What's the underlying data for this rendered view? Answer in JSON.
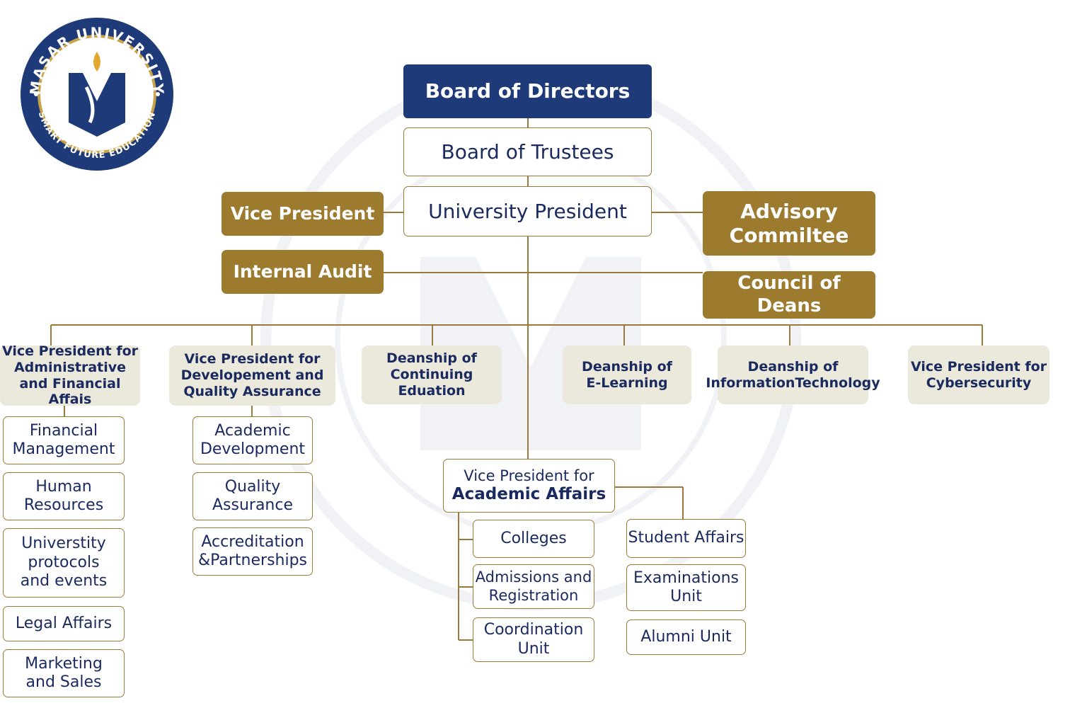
{
  "logo": {
    "top_text": "MASAR UNIVERSITY",
    "bottom_text": "SMART FUTURE EDUCATION",
    "colors": {
      "navy": "#1e3a78",
      "gold": "#c9a34a"
    }
  },
  "colors": {
    "navy": "#1e3a78",
    "gold": "#9c7a2e",
    "beige": "#ebe8dc",
    "line": "#9a7a3a"
  },
  "nodes": {
    "board_directors": "Board of Directors",
    "board_trustees": "Board of Trustees",
    "president": "University President",
    "vice_president": "Vice President",
    "advisory": [
      "Advisory",
      "Commiltee"
    ],
    "internal_audit": "Internal Audit",
    "council_deans": "Council of Deans",
    "vp_admin": [
      "Vice President for",
      "Administrative",
      "and Financial Affais"
    ],
    "vp_dev": [
      "Vice President for",
      "Developement and",
      "Quality Assurance"
    ],
    "dean_cont": [
      "Deanship of",
      "Continuing Eduation"
    ],
    "dean_elearn": [
      "Deanship of",
      "E-Learning"
    ],
    "dean_it": [
      "Deanship of",
      "InformationTechnology"
    ],
    "vp_cyber": [
      "Vice President for",
      "Cybersecurity"
    ],
    "vp_academic": [
      "Vice President for",
      "Academic Affairs"
    ]
  },
  "admin_units": [
    [
      "Financial",
      "Management"
    ],
    [
      "Human",
      "Resources"
    ],
    [
      "Universtity",
      "protocols",
      "and events"
    ],
    [
      "Legal Affairs"
    ],
    [
      "Marketing",
      "and Sales"
    ]
  ],
  "dev_units": [
    [
      "Academic",
      "Development"
    ],
    [
      "Quality",
      "Assurance"
    ],
    [
      "Accreditation",
      "&Partnerships"
    ]
  ],
  "academic_left_units": [
    [
      "Colleges"
    ],
    [
      "Admissions and",
      "Registration"
    ],
    [
      "Coordination",
      "Unit"
    ]
  ],
  "academic_right_units": [
    [
      "Student Affairs"
    ],
    [
      "Examinations",
      "Unit"
    ],
    [
      "Alumni Unit"
    ]
  ]
}
